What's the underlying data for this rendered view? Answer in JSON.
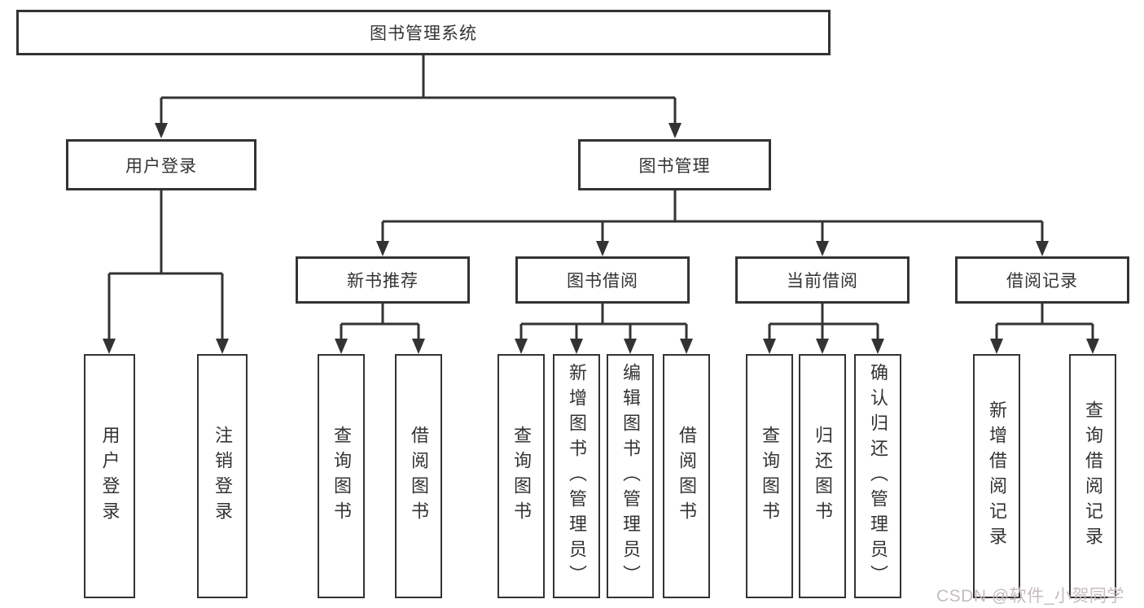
{
  "tree": {
    "root": "图书管理系统",
    "user_login": {
      "label": "用户登录",
      "children": [
        "用户登录",
        "注销登录"
      ]
    },
    "book_management": {
      "label": "图书管理",
      "sections": [
        {
          "label": "新书推荐",
          "children": [
            "查询图书",
            "借阅图书"
          ]
        },
        {
          "label": "图书借阅",
          "children": [
            "查询图书",
            "新增图书（管理员）",
            "编辑图书（管理员）",
            "借阅图书"
          ]
        },
        {
          "label": "当前借阅",
          "children": [
            "查询图书",
            "归还图书",
            "确认归还（管理员）"
          ]
        },
        {
          "label": "借阅记录",
          "children": [
            "新增借阅记录",
            "查询借阅记录"
          ]
        }
      ]
    }
  },
  "watermark": "CSDN @软件_小贺同学",
  "colors": {
    "line": "#333333",
    "box_border": "#333333",
    "text": "#333333",
    "watermark": "#c6bcbc",
    "background": "#ffffff"
  }
}
